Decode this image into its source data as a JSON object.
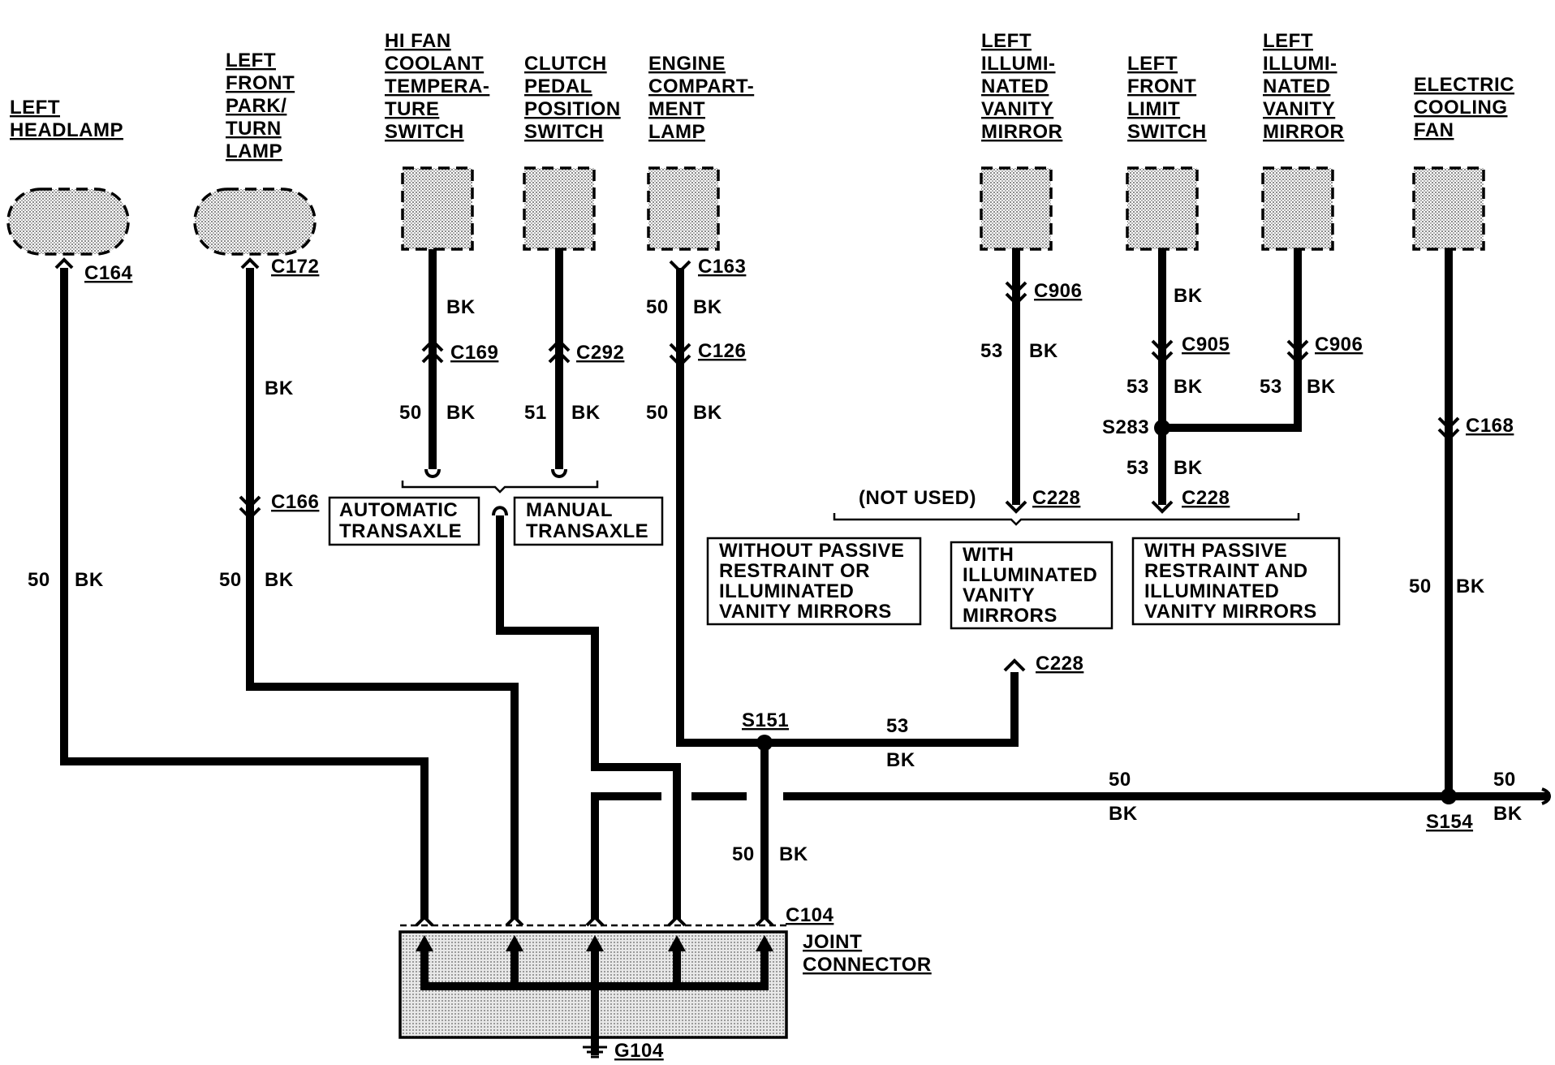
{
  "components": {
    "left_headlamp": [
      "LEFT",
      "HEADLAMP"
    ],
    "left_front_park_turn_lamp": [
      "LEFT",
      "FRONT",
      "PARK/",
      "TURN",
      "LAMP"
    ],
    "hi_fan_coolant_switch": [
      "HI FAN",
      "COOLANT",
      "TEMPERA-",
      "TURE",
      "SWITCH"
    ],
    "clutch_pedal_switch": [
      "CLUTCH",
      "PEDAL",
      "POSITION",
      "SWITCH"
    ],
    "engine_compartment_lamp": [
      "ENGINE",
      "COMPART-",
      "MENT",
      "LAMP"
    ],
    "left_vanity_mirror_1": [
      "LEFT",
      "ILLUMI-",
      "NATED",
      "VANITY",
      "MIRROR"
    ],
    "left_front_limit_switch": [
      "LEFT",
      "FRONT",
      "LIMIT",
      "SWITCH"
    ],
    "left_vanity_mirror_2": [
      "LEFT",
      "ILLUMI-",
      "NATED",
      "VANITY",
      "MIRROR"
    ],
    "electric_cooling_fan": [
      "ELECTRIC",
      "COOLING",
      "FAN"
    ],
    "joint_connector": [
      "JOINT",
      "CONNECTOR"
    ]
  },
  "connectors": {
    "c164": "C164",
    "c172": "C172",
    "c166": "C166",
    "c169": "C169",
    "c292": "C292",
    "c163": "C163",
    "c126": "C126",
    "c906a": "C906",
    "c905": "C905",
    "c906b": "C906",
    "c168": "C168",
    "c228a": "C228",
    "c228b": "C228",
    "c228c": "C228",
    "c104": "C104",
    "s151": "S151",
    "s154": "S154",
    "s283": "S283",
    "g104": "G104"
  },
  "wire_labels": {
    "bk": "BK",
    "n50": "50",
    "n51": "51",
    "n53": "53"
  },
  "notes": {
    "auto": [
      "AUTOMATIC",
      "TRANSAXLE"
    ],
    "manual": [
      "MANUAL",
      "TRANSAXLE"
    ],
    "not_used": "(NOT USED)",
    "without": [
      "WITHOUT PASSIVE",
      "RESTRAINT OR",
      "ILLUMINATED",
      "VANITY MIRRORS"
    ],
    "with_ill": [
      "WITH",
      "ILLUMINATED",
      "VANITY",
      "MIRRORS"
    ],
    "with_passive": [
      "WITH PASSIVE",
      "RESTRAINT AND",
      "ILLUMINATED",
      "VANITY MIRRORS"
    ]
  }
}
